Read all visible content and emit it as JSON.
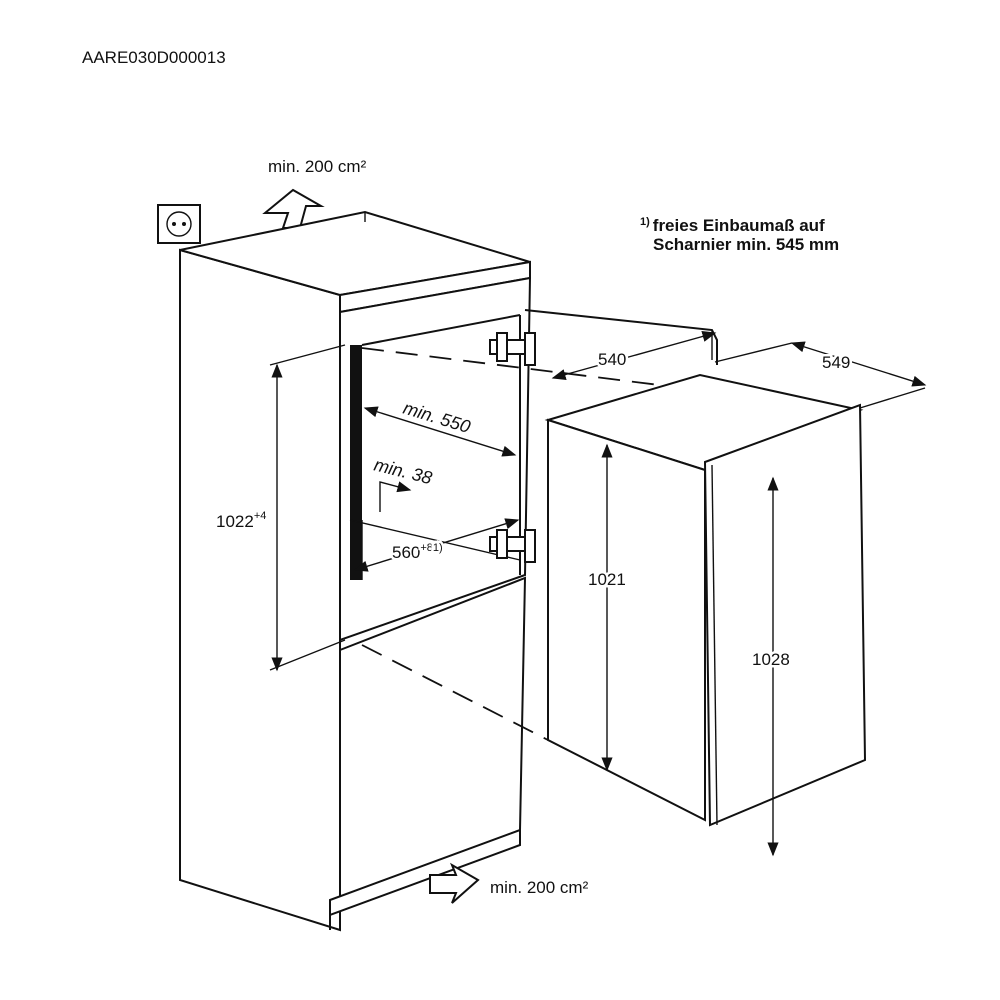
{
  "diagram": {
    "code": "AARE030D000013",
    "ventilation_top": "min. 200 cm²",
    "ventilation_bottom": "min. 200 cm²",
    "footnote_marker": "1)",
    "footnote_line1": "freies Einbaumaß auf",
    "footnote_line2": "Scharnier min. 545 mm",
    "niche_height": "1022",
    "niche_height_tolerance": "+4",
    "niche_depth": "min. 550",
    "rear_gap": "min. 38",
    "niche_width": "560",
    "niche_width_tolerance": "+8",
    "niche_width_footnote": "1)",
    "appliance_width": "540",
    "appliance_depth": "549",
    "appliance_height": "1021",
    "door_height": "1028"
  }
}
